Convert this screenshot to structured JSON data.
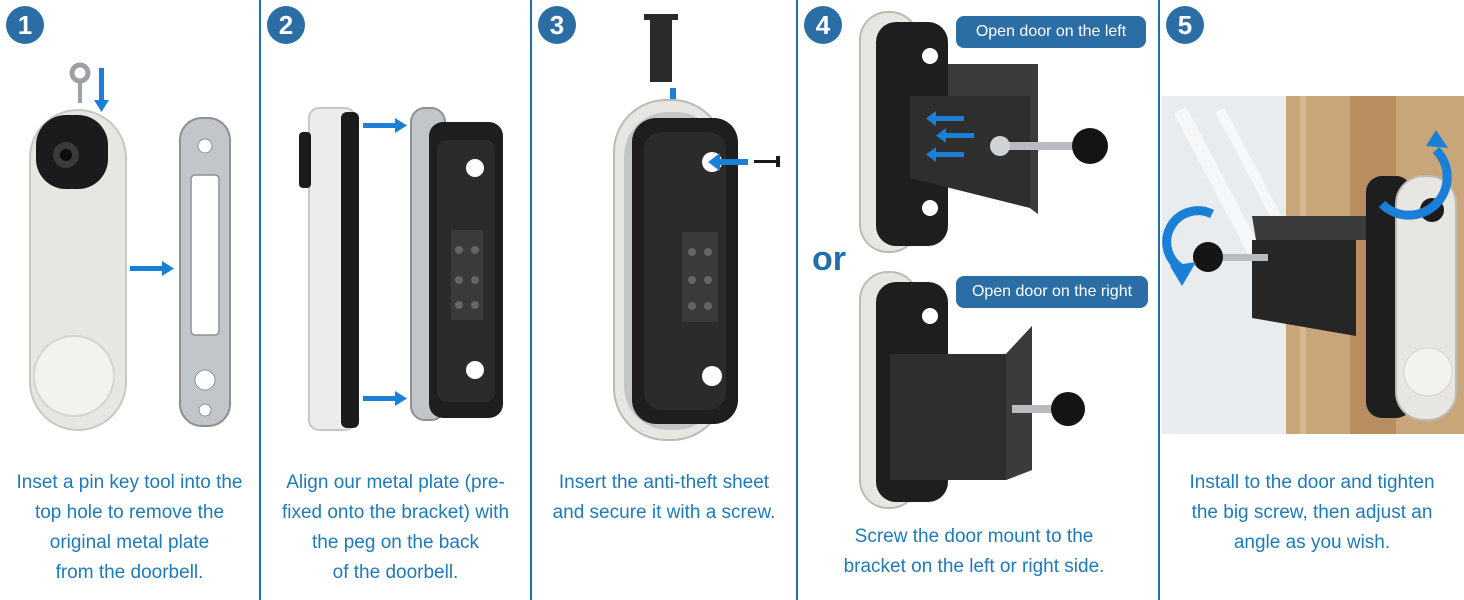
{
  "steps": [
    {
      "number": "1",
      "caption_lines": [
        "Inset a pin key tool into the",
        "top hole to remove the",
        "original metal plate",
        "from the doorbell."
      ]
    },
    {
      "number": "2",
      "caption_lines": [
        "Align our metal plate (pre-",
        "fixed onto the bracket) with",
        "the peg on the back",
        "of the doorbell."
      ]
    },
    {
      "number": "3",
      "caption_lines": [
        "Insert the anti-theft sheet",
        "and secure it with a screw."
      ]
    },
    {
      "number": "4",
      "caption_lines": [
        "Screw the door mount to the",
        "bracket on the left or right side."
      ]
    },
    {
      "number": "5",
      "caption_lines": [
        "Install to the door and tighten",
        "the big screw, then adjust an",
        "angle as you wish."
      ]
    }
  ],
  "step4_options": {
    "left_label": "Open door on the left",
    "right_label": "Open door on the right",
    "or_label": "or"
  },
  "colors": {
    "accent": "#2b6ea6",
    "caption_text": "#1f7ab8",
    "arrow": "#1a7fd6",
    "divider": "#1f6fb0"
  }
}
